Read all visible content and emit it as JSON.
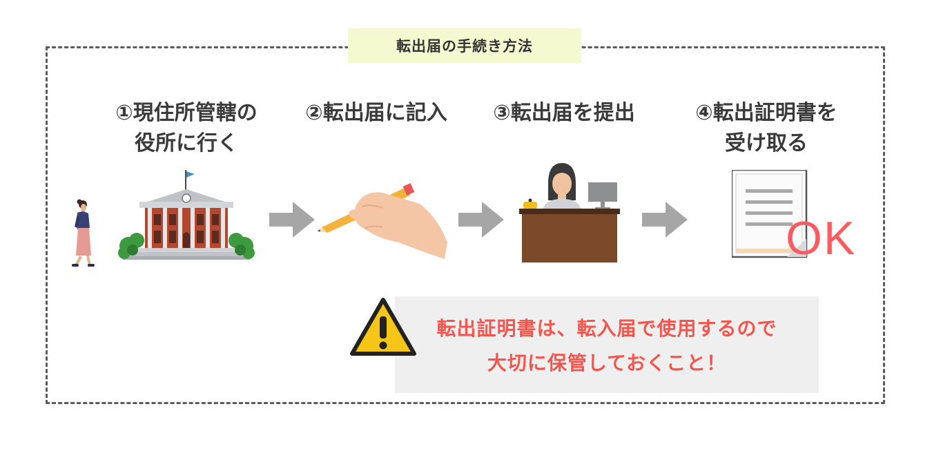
{
  "title": "転出届の手続き方法",
  "steps": [
    {
      "line1": "①現住所管轄の",
      "line2": "役所に行く",
      "icon": "city-hall-icon"
    },
    {
      "line1": "②転出届に記入",
      "line2": "",
      "icon": "hand-writing-icon"
    },
    {
      "line1": "③転出届を提出",
      "line2": "",
      "icon": "reception-desk-icon"
    },
    {
      "line1": "④転出証明書を",
      "line2": "受け取る",
      "icon": "document-icon"
    }
  ],
  "ok_label": "OK",
  "warning": {
    "line1": "転出証明書は、転入届で使用するので",
    "line2": "大切に保管しておくこと！",
    "icon": "warning-icon",
    "color": "#f2564f"
  },
  "colors": {
    "border": "#5b5b5b",
    "title_bg": "#f4f9cf",
    "arrow": "#a6a6a6",
    "warning_bg": "#efefef",
    "ok": "#ff5c62"
  }
}
